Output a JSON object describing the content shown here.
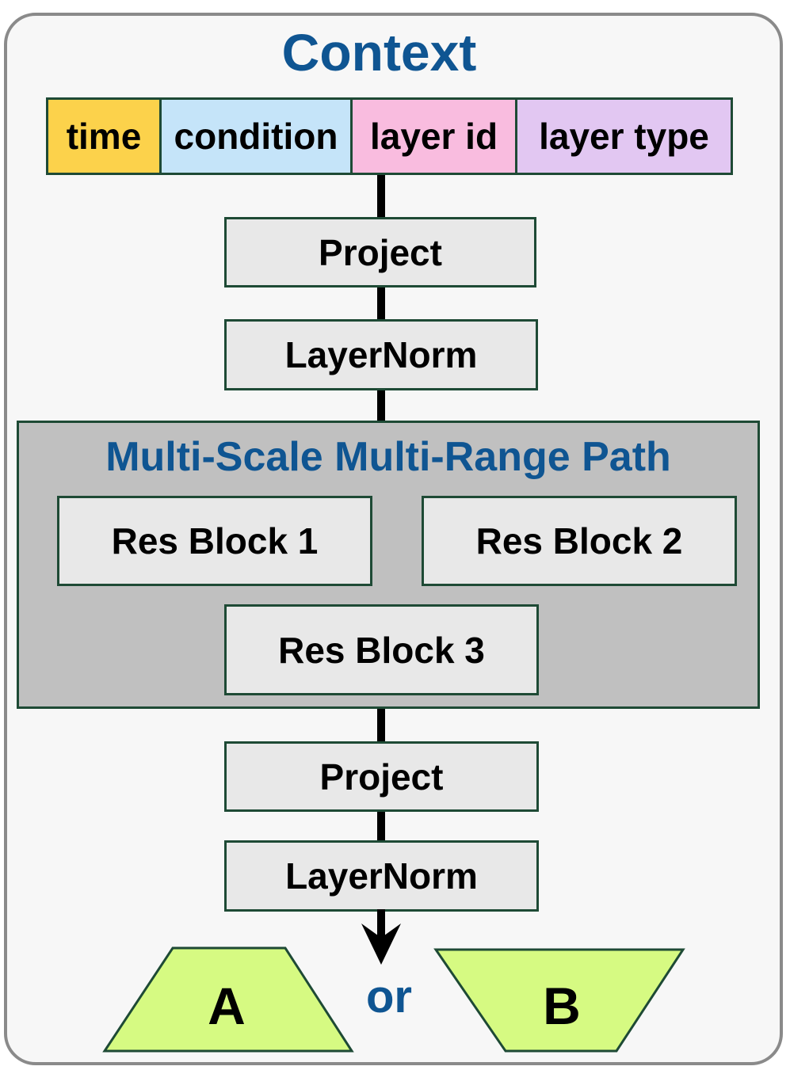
{
  "title": "Context",
  "context": {
    "time": "time",
    "condition": "condition",
    "layer_id": "layer id",
    "layer_type": "layer type"
  },
  "top_stack": {
    "project": "Project",
    "layernorm": "LayerNorm"
  },
  "group": {
    "title": "Multi-Scale Multi-Range Path",
    "blocks": [
      "Res Block 1",
      "Res Block 2",
      "Res Block 3"
    ]
  },
  "bottom_stack": {
    "project": "Project",
    "layernorm": "LayerNorm"
  },
  "outputs": {
    "a": "A",
    "or": "or",
    "b": "B"
  },
  "colors": {
    "title_blue": "#0f5592",
    "time": "#fcd24b",
    "condition": "#c5e4f9",
    "layer_id": "#f9bcdf",
    "layer_type": "#e2c7f2",
    "box": "#e8e8e8",
    "group": "#c0c0c0",
    "output": "#d6fa82"
  }
}
